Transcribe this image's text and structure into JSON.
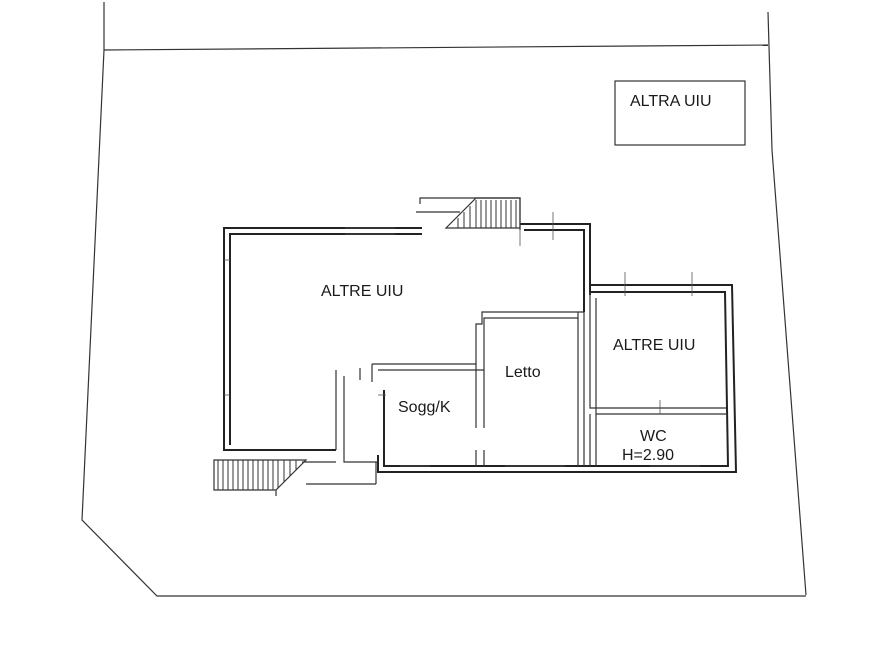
{
  "labels": {
    "altra_uiu": "ALTRA UIU",
    "altre_uiu_main": "ALTRE UIU",
    "altre_uiu_right": "ALTRE UIU",
    "letto": "Letto",
    "sogg_k": "Sogg/K",
    "wc": "WC",
    "wc_height": "H=2.90"
  }
}
